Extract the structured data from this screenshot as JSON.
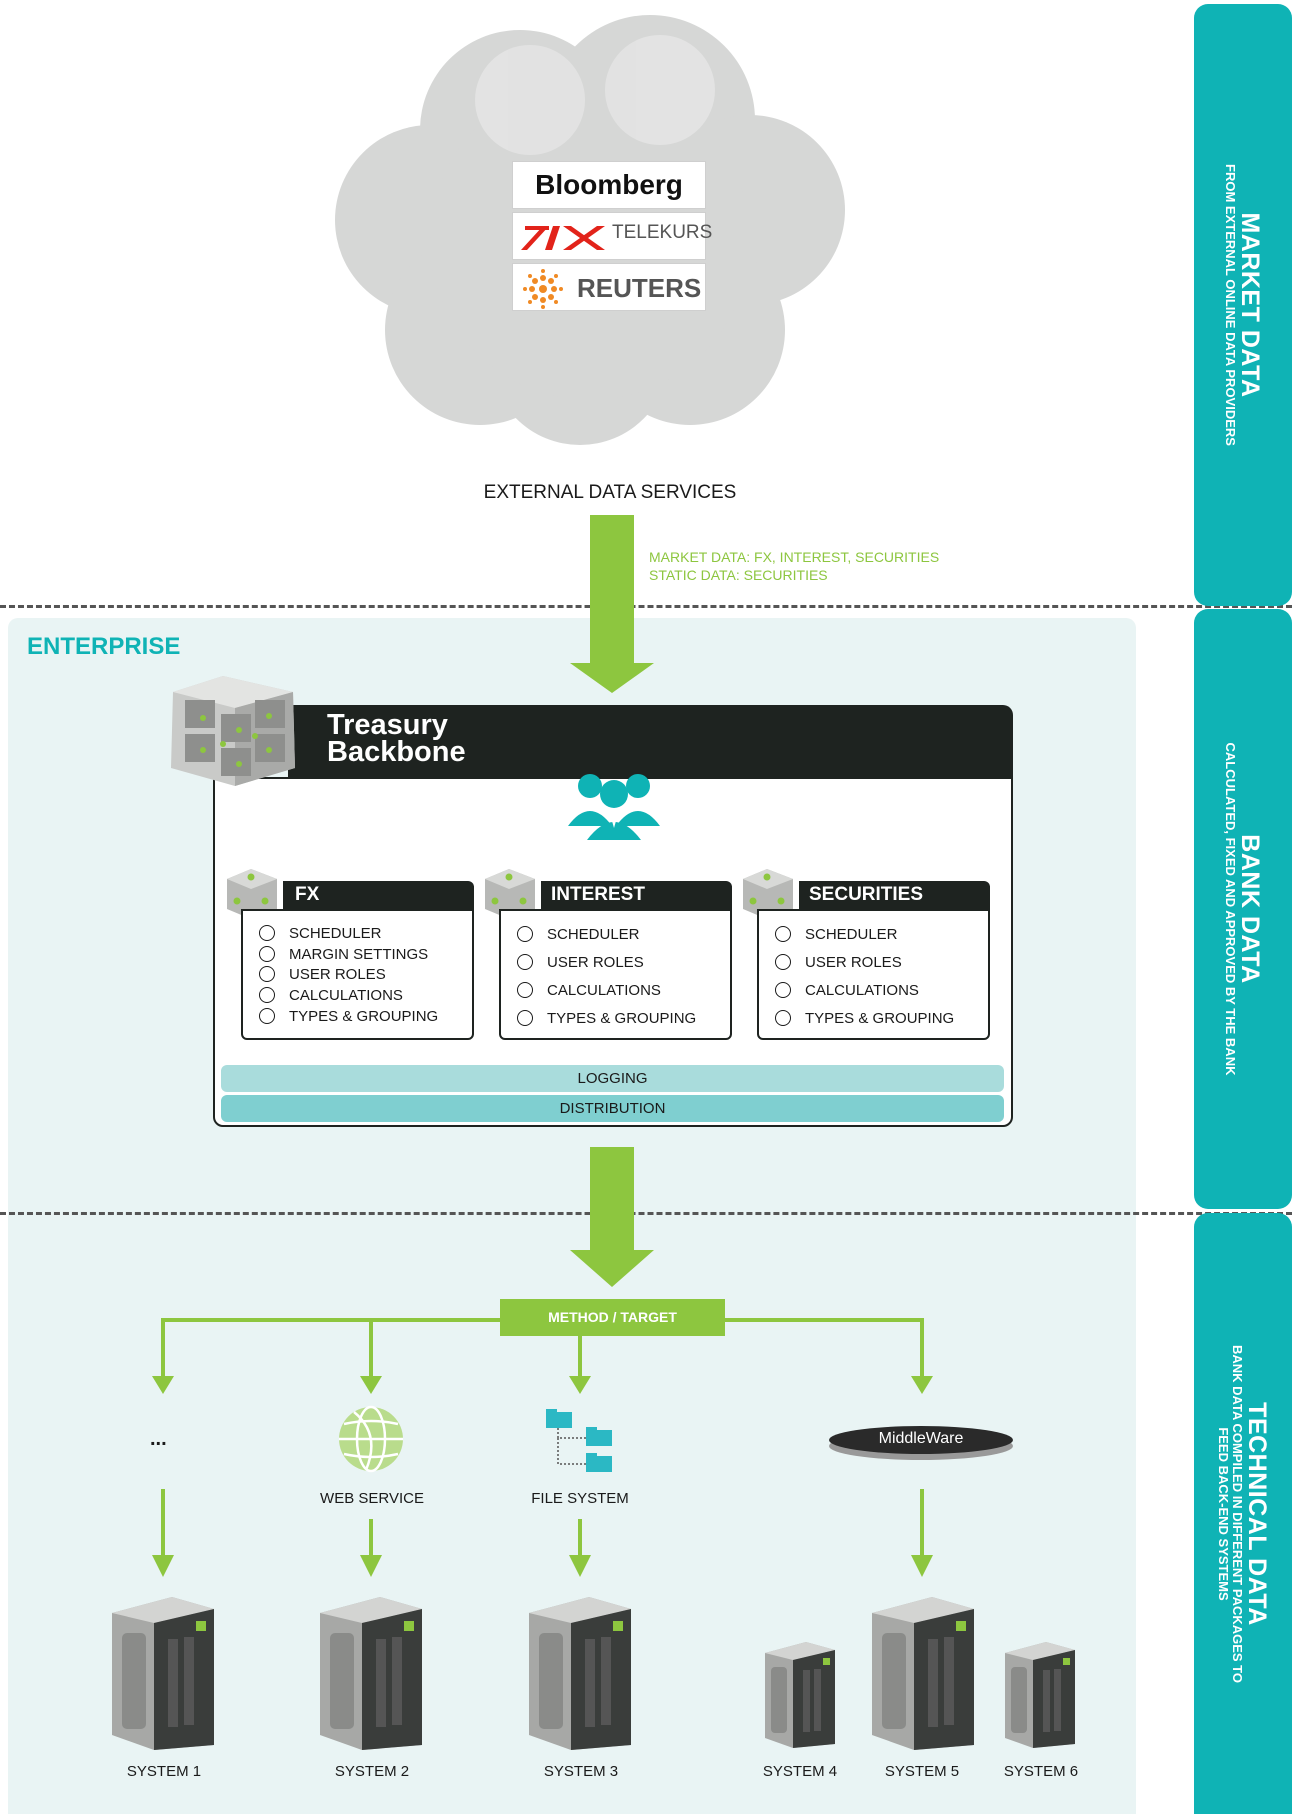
{
  "cloud": {
    "providers": [
      "Bloomberg",
      "TELEKURS",
      "REUTERS"
    ],
    "label": "EXTERNAL DATA SERVICES"
  },
  "feed_note": {
    "line1": "MARKET DATA: FX, INTEREST, SECURITIES",
    "line2": "STATIC DATA: SECURITIES"
  },
  "enterprise": {
    "label": "ENTERPRISE"
  },
  "backbone": {
    "title_line1": "Treasury",
    "title_line2": "Backbone"
  },
  "modules": [
    {
      "title": "FX",
      "items": [
        "SCHEDULER",
        "MARGIN SETTINGS",
        "USER ROLES",
        "CALCULATIONS",
        "TYPES & GROUPING"
      ]
    },
    {
      "title": "INTEREST",
      "items": [
        "SCHEDULER",
        "USER ROLES",
        "CALCULATIONS",
        "TYPES & GROUPING"
      ]
    },
    {
      "title": "SECURITIES",
      "items": [
        "SCHEDULER",
        "USER ROLES",
        "CALCULATIONS",
        "TYPES & GROUPING"
      ]
    }
  ],
  "bars": {
    "logging": "LOGGING",
    "distribution": "DISTRIBUTION"
  },
  "method_target": "METHOD / TARGET",
  "destinations": {
    "ellipsis": "...",
    "web_service": "WEB SERVICE",
    "file_system": "FILE SYSTEM",
    "middleware": "MiddleWare"
  },
  "systems": [
    "SYSTEM 1",
    "SYSTEM 2",
    "SYSTEM 3",
    "SYSTEM 4",
    "SYSTEM 5",
    "SYSTEM 6"
  ],
  "side_bands": [
    {
      "title": "MARKET DATA",
      "subtitle": "FROM EXTERNAL ONLINE DATA PROVIDERS"
    },
    {
      "title": "BANK DATA",
      "subtitle": "CALCULATED, FIXED AND APPROVED BY THE BANK"
    },
    {
      "title": "TECHNICAL DATA",
      "subtitle_line1": "BANK DATA COMPILED IN DIFFERENT PACKAGES TO",
      "subtitle_line2": "FEED BACK-END SYSTEMS"
    }
  ],
  "colors": {
    "teal": "#0fb3b5",
    "green": "#8dc63f",
    "dark": "#1e2320",
    "panel": "#e9f4f4"
  }
}
